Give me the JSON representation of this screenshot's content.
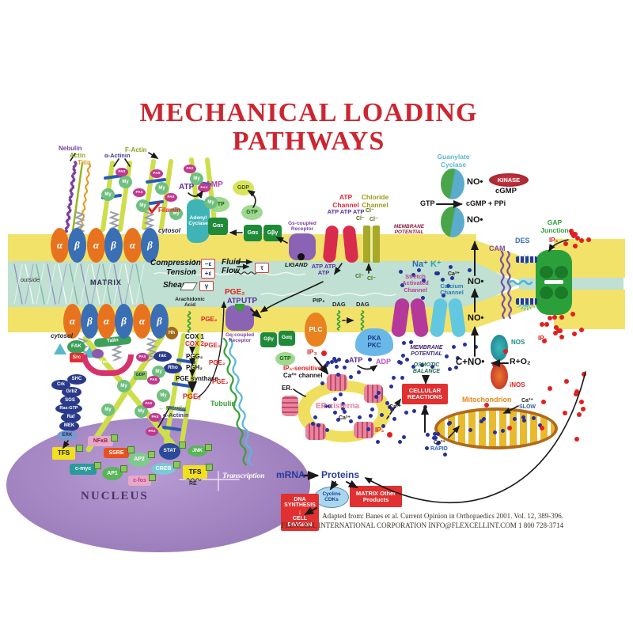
{
  "title": {
    "line1": "MECHANICAL LOADING",
    "line2": "PATHWAYS"
  },
  "cytoskeleton": {
    "nebulin": "Nebulin",
    "actin": "Actin",
    "titin": "Titin",
    "f_actin": "F-Actin",
    "alpha_actinin": "α-Actinin",
    "filamin": "Filamin",
    "my": "My",
    "pax": "PAX",
    "tubulin": "Tubulin",
    "f_actin_lower": "← F-Actin",
    "alpha_actinin_lower": "α-Actinin"
  },
  "regions": {
    "cytosol_top": "cytosol",
    "cytosol_lower": "cytosol",
    "outside": "outside",
    "matrix": "MATRIX",
    "nucleus": "NUCLEUS"
  },
  "integrin": {
    "alpha": "α",
    "beta": "β"
  },
  "camp_pathway": {
    "atp": "ATP",
    "camp": "cAMP",
    "adenyl_cyclase": "Adenyl Cyclase",
    "gtp1": "GTP",
    "gtp2": "GTP",
    "gdp": "GDP",
    "gas1": "Gαs",
    "gas2": "Gαs",
    "gbg": "Gβγ",
    "receptor": "Gs-coupled Receptor",
    "ligand": "LIGAND"
  },
  "mechanics": {
    "compression": "Compression",
    "neg_e": "−ε",
    "tension": "Tension",
    "pos_e": "+ε",
    "shear": "Shear",
    "gamma": "γ",
    "fluid": "Fluid",
    "flow": "Flow",
    "tau": "τ",
    "updown": "↕"
  },
  "guanylate": {
    "label": "Guanylate Cyclase",
    "no1": "NO•",
    "no2": "NO•",
    "no3": "NO•",
    "no4": "NO•",
    "kinase": "KINASE",
    "cgmp": "cGMP",
    "gtp": "GTP",
    "product": "cGMP + PPi",
    "c_no": "C+NO•",
    "r_o2": "R+O₂",
    "nos": "NOS",
    "inos": "iNOS"
  },
  "atp_channel": {
    "label": "ATP Channel",
    "atp_top": "ATP ATP ATP",
    "atp_bot": "ATP ATP ATP",
    "membrane_potential": "MEMBRANE POTENTIAL"
  },
  "chloride": {
    "label": "Chloride Channel",
    "cl1": "Cl⁻",
    "cl2": "Cl⁻",
    "cl3": "Cl⁻",
    "cl4": "Cl⁻",
    "cl5": "Cl⁻"
  },
  "ion_channels": {
    "na": "Na⁺",
    "k": "K⁺",
    "stretch": "Stretch Activated Channel",
    "calcium": "Calcium Channel",
    "ca": "Ca²⁺",
    "membrane_potential": "MEMBRANE POTENTIAL",
    "osmotic": "OSMOTIC BALANCE",
    "cellular": "CELLULAR REACTIONS"
  },
  "mito": {
    "label": "Mitochondrion",
    "ca_slow_ca": "Ca²⁺",
    "ca_slow": "SLOW",
    "ca_rapid_ca": "Ca²⁺",
    "ca_rapid": "RAPID"
  },
  "junction": {
    "gap": "GAP Junction",
    "des": "DES",
    "cam": "CAM",
    "ip3_top": "IP₃",
    "ip3_bottom": "IP₃"
  },
  "cox": {
    "arachidonic": "Arachidonic Acid",
    "cox1": "COX 1",
    "cox2": "COX 2",
    "pgg2": "PGG₂",
    "pgh2": "PGH₂",
    "synthase": "PGE synthase",
    "pge1": "PGE₂",
    "pge2": "PGE₂",
    "pge3": "PGE₂",
    "pge4": "PGE₂",
    "pge5": "PGE₂",
    "pge6": "PGE₂",
    "receptor": "Gq-coupled Receptor",
    "atp": "ATP",
    "utp": "UTP",
    "gbg": "Gβγ",
    "gaq": "Gαq",
    "gtp": "GTP"
  },
  "plc_pathway": {
    "plc": "PLC",
    "pip2": "PIP₂",
    "dag1": "DAG",
    "dag2": "DAG",
    "ip3": "IP₃",
    "pka": "PKA",
    "pkc": "PKC",
    "atp": "ATP",
    "adp": "ADP"
  },
  "er": {
    "sensitive": "IP₃-sensitive",
    "channel": "Ca²⁺ channel",
    "er": "ER.",
    "cisterna": "ER cisterna",
    "ca1": "Ca²⁺",
    "ca2": "Ca²⁺",
    "ip3": "IP₃"
  },
  "adhesion": {
    "fak": "FAK",
    "src": "Src",
    "talin": "Talin",
    "tensin": "Tensin",
    "rac": "rac",
    "rho": "Rho",
    "gdp": "GDP",
    "hh": "Hh"
  },
  "mapk": {
    "shc": "SHC",
    "crk": "Crk",
    "grb2": "Grb2",
    "sos": "SOS",
    "ras": "Ras-GTP",
    "raf": "Raf",
    "mek": "MEK",
    "erk": "ERK"
  },
  "nucleus_factors": {
    "tfs1": "TFS",
    "nfkb": "NFκB",
    "ssre": "SSRE",
    "ap2": "AP2",
    "stat": "STAT",
    "jnk": "JNK",
    "cmyc": "c-myc",
    "ap1": "AP1",
    "creb": "CREB",
    "cfos": "c-fos",
    "tfs2": "TFS",
    "re": "RE",
    "transcription": "Transcription"
  },
  "output": {
    "mrna": "mRNA",
    "proteins": "Proteins",
    "cyclins": "Cyclins CDKs",
    "matrix_products": "MATRIX Other Products",
    "dna": "DNA SYNTHESIS",
    "arrow": "↓",
    "cell_div": "CELL DIVISION"
  },
  "credit": {
    "line1": "Adapted from: Banes et al. Current Opinion in Orthopaedics 2001. Vol. 12, 389-396.",
    "line2": "FLEXCELL INTERNATIONAL CORPORATION  INFO@FLEXCELLINT.COM 1 800 728-3714"
  },
  "colors": {
    "title_red": "#cc2630",
    "membrane_yellow": "#f2e26a",
    "matrix_teal": "#bfe0d2",
    "nucleus_purple": "#a88fc6",
    "ip3_red": "#e02020",
    "ca_blue": "#28309a",
    "box_red": "#e03030"
  }
}
